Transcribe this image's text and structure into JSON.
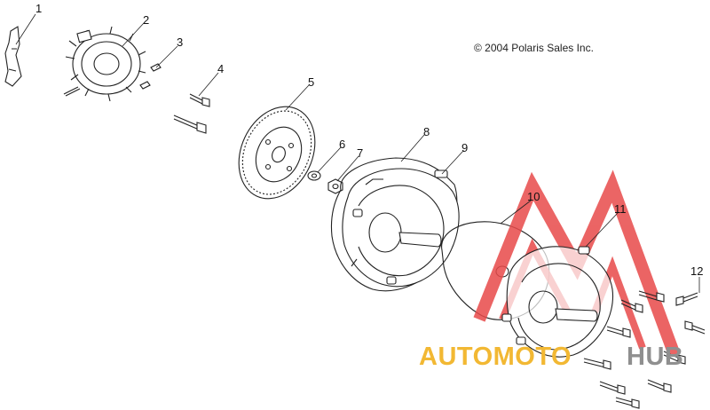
{
  "copyright": "© 2004 Polaris Sales Inc.",
  "callouts": [
    "1",
    "2",
    "3",
    "4",
    "5",
    "6",
    "7",
    "8",
    "9",
    "10",
    "11",
    "12"
  ],
  "watermark": {
    "left_text": "AUTOMOTO",
    "right_text": "HUB",
    "left_color": "#f2b833",
    "right_color": "#8f8f8f",
    "logo_color": "#e84a4a"
  }
}
